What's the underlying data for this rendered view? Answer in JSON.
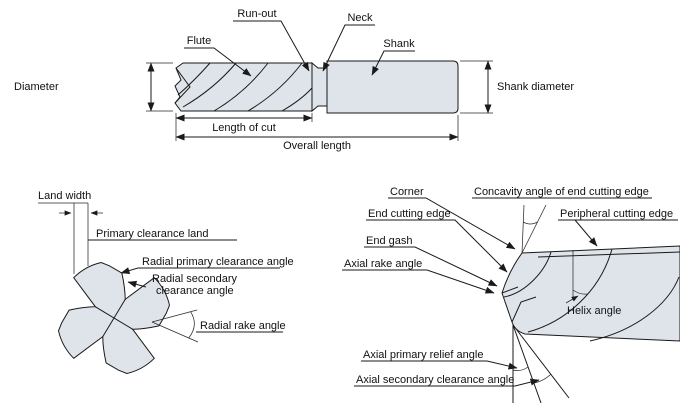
{
  "colors": {
    "body_fill": "#dfe4ea",
    "line_color": "#1a1a1a"
  },
  "side_view": {
    "labels": {
      "run_out": "Run-out",
      "neck": "Neck",
      "flute": "Flute",
      "shank": "Shank",
      "diameter": "Diameter",
      "shank_diameter": "Shank diameter",
      "length_of_cut": "Length of cut",
      "overall_length": "Overall length"
    }
  },
  "end_view": {
    "labels": {
      "land_width": "Land width",
      "primary_clearance_land": "Primary clearance land",
      "radial_primary_clearance_angle": "Radial primary clearance angle",
      "radial_secondary_clearance_angle_line1": "Radial secondary",
      "radial_secondary_clearance_angle_line2": "clearance angle",
      "radial_rake_angle": "Radial rake angle"
    }
  },
  "corner_detail": {
    "labels": {
      "corner": "Corner",
      "concavity_angle": "Concavity angle of end cutting edge",
      "end_cutting_edge": "End cutting edge",
      "peripheral_cutting_edge": "Peripheral cutting edge",
      "end_gash": "End gash",
      "axial_rake_angle": "Axial rake angle",
      "helix_angle": "Helix angle",
      "axial_primary_relief_angle": "Axial primary relief angle",
      "axial_secondary_clearance_angle": "Axial secondary clearance angle"
    }
  }
}
